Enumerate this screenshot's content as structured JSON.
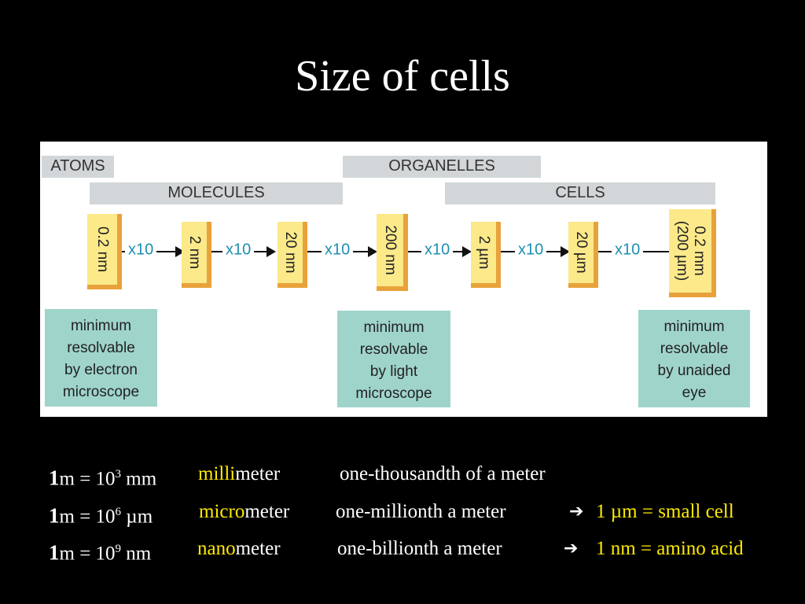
{
  "title": "Size of cells",
  "diagram": {
    "categories": {
      "atoms": "ATOMS",
      "organelles": "ORGANELLES",
      "molecules": "MOLECULES",
      "cells": "CELLS"
    },
    "scale_marks": [
      "0.2 nm",
      "2 nm",
      "20 nm",
      "200 nm",
      "2 µm",
      "20 µm",
      "0.2 mm",
      "(200 µm)"
    ],
    "factor": "x10",
    "notes": {
      "electron": [
        "minimum",
        "resolvable",
        "by electron",
        "microscope"
      ],
      "light": [
        "minimum",
        "resolvable",
        "by light",
        "microscope"
      ],
      "eye": [
        "minimum",
        "resolvable",
        "by unaided",
        "eye"
      ]
    }
  },
  "conversions": [
    {
      "lead": "1",
      "eq": "m = 10",
      "exp": "3",
      "unit": " mm",
      "prefix": "milli",
      "word": "meter",
      "desc": "one-thousandth of a meter",
      "note": ""
    },
    {
      "lead": "1",
      "eq": "m = 10",
      "exp": "6",
      "unit": " µm",
      "prefix": "micro",
      "word": "meter",
      "desc": "one-millionth a meter",
      "note": "1 µm = small cell"
    },
    {
      "lead": "1",
      "eq": "m = 10",
      "exp": "9",
      "unit": " nm",
      "prefix": "nano",
      "word": "meter",
      "desc": "one-billionth a meter",
      "note": "1 nm = amino acid"
    }
  ],
  "colors": {
    "highlight": "#ffea00",
    "tick_fill": "#fbe98a",
    "tick_border": "#e9a23b",
    "note_fill": "#9fd4cb",
    "factor_text": "#1d8fb0"
  },
  "icons": {
    "arrow": "right-arrow-icon"
  }
}
